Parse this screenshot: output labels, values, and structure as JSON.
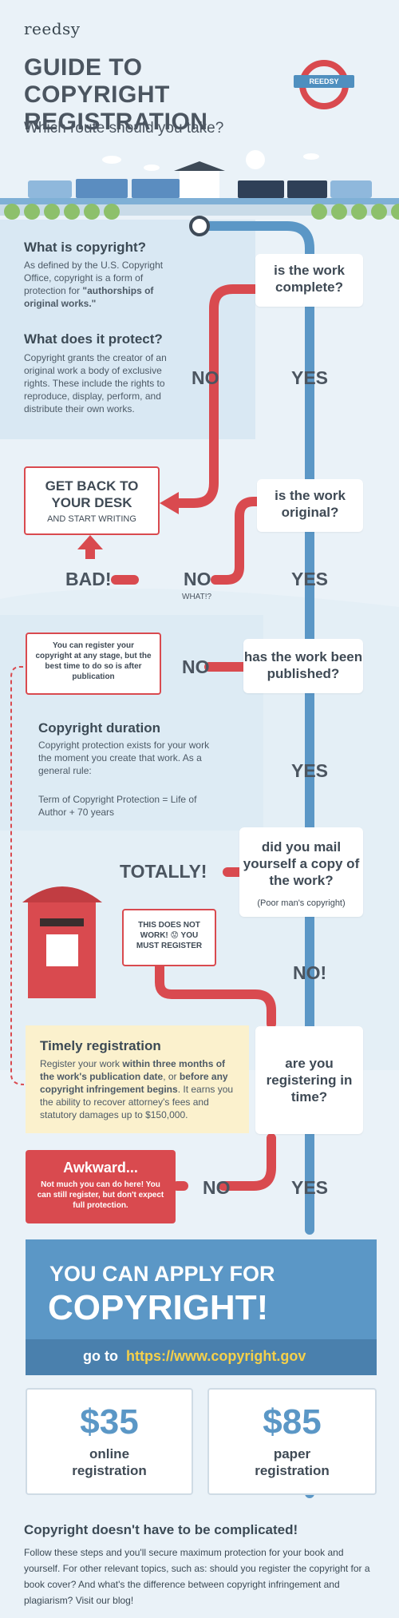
{
  "brand": {
    "logo": "reedsy"
  },
  "header": {
    "title": "GUIDE TO COPYRIGHT REGISTRATION",
    "subtitle": "Which route should you take?",
    "badge": "REEDSY"
  },
  "colors": {
    "red": "#d94a4f",
    "blue": "#5b97c6",
    "yellow_bg": "#fbf1cd",
    "background": "#eaf2f8"
  },
  "sections": {
    "what_is": {
      "heading": "What is copyright?",
      "text": "As defined by the U.S. Copyright Office, copyright is a form of protection for",
      "emphasis": "\"authorships of original works.\""
    },
    "what_protect": {
      "heading": "What does it protect?",
      "text": "Copyright grants the creator of an original work a body of exclusive rights. These include the rights to reproduce, display, perform, and distribute their own works."
    },
    "duration": {
      "heading": "Copyright duration",
      "text": "Copyright protection exists for your work the moment you create that work. As a general rule:",
      "formula": "Term of Copyright Protection = Life of Author + 70 years"
    },
    "timely": {
      "heading": "Timely registration",
      "text_1": "Register your work",
      "bold_1": "within three months of the work's publication date",
      "text_2": ", or",
      "bold_2": "before any copyright infringement begins",
      "text_3": ". It earns you the ability to recover attorney's fees and statutory damages up to $150,000."
    }
  },
  "questions": {
    "q1": "is the work complete?",
    "q2": "is the work original?",
    "q3": "has the work been published?",
    "q4": "did you mail yourself a copy of the work?",
    "q4_note": "(Poor man's copyright)",
    "q5": "are you registering in time?"
  },
  "answers": {
    "no_1": "NO",
    "yes_1": "YES",
    "bad": "BAD!",
    "no_2": "NO",
    "what": "WHAT!?",
    "yes_2": "YES",
    "no_3": "NO",
    "yes_3": "YES",
    "totally": "TOTALLY!",
    "no_4": "NO!",
    "no_5": "NO",
    "yes_5": "YES"
  },
  "outcomes": {
    "desk_title": "GET BACK TO YOUR DESK",
    "desk_sub": "AND START WRITING",
    "register_any": "You can register your copyright at any stage, but the best time to do so is after publication",
    "not_work": "THIS DOES NOT WORK! 😟 YOU MUST REGISTER",
    "awkward_title": "Awkward...",
    "awkward_text": "Not much you can do here! You can still register, but don't expect full protection."
  },
  "cta": {
    "line_1": "YOU CAN APPLY FOR",
    "line_2": "COPYRIGHT!",
    "goto": "go to",
    "url": "https://www.copyright.gov"
  },
  "pricing": [
    {
      "price": "$35",
      "label": "online registration"
    },
    {
      "price": "$85",
      "label": "paper registration"
    }
  ],
  "footer": {
    "heading": "Copyright doesn't have to be complicated!",
    "text": "Follow these steps and you'll secure maximum protection for your book and yourself. For other relevant topics, such as: should you register the copyright for a book cover? And what's the difference between copyright infringement and plagiarism? Visit our blog!"
  }
}
